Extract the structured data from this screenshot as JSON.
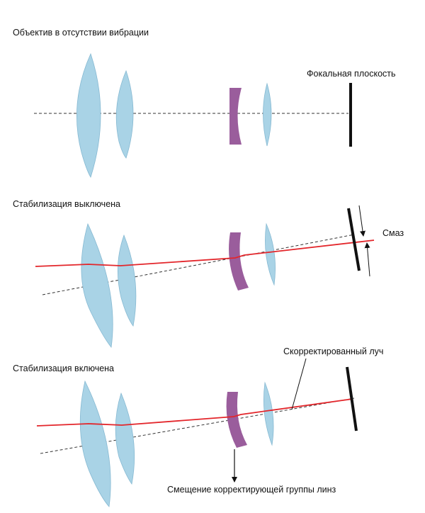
{
  "panels": [
    {
      "title": "Объектив в отсутствии вибрации",
      "focal_plane_label": "Фокальная плоскость"
    },
    {
      "title": "Стабилизация выключена",
      "blur_label": "Смаз"
    },
    {
      "title": "Стабилизация включена",
      "corrected_ray_label": "Скорректированный луч",
      "shift_label": "Смещение корректирующей группы линз"
    }
  ],
  "colors": {
    "lens": "#a9d3e6",
    "lens_stroke": "#86b9d2",
    "corrective_lens": "#9a5d9c",
    "ray": "#e3262b",
    "axis": "#333333",
    "focal_plane": "#111111"
  }
}
